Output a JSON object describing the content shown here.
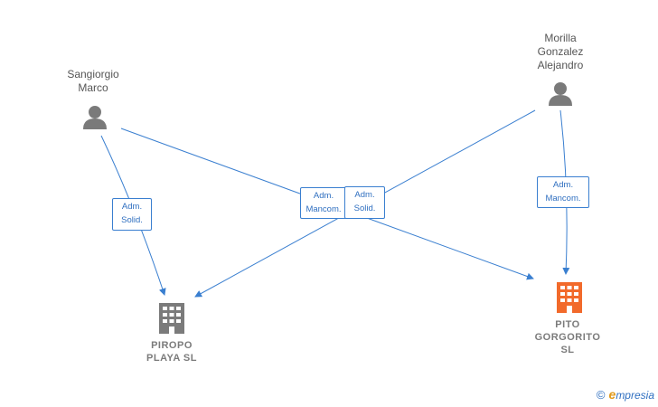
{
  "persons": [
    {
      "id": "sangiorgio",
      "name": "Sangiorgio\nMarco",
      "icon": "person-icon"
    },
    {
      "id": "morilla",
      "name": "Morilla\nGonzalez\nAlejandro",
      "icon": "person-icon"
    }
  ],
  "companies": [
    {
      "id": "piropo",
      "name": "PIROPO\nPLAYA  SL",
      "icon": "building-icon",
      "color": "#7b7b7b"
    },
    {
      "id": "pito",
      "name": "PITO\nGORGORITO\nSL",
      "icon": "building-icon",
      "color": "#f26a2b"
    }
  ],
  "relations": [
    {
      "id": "rel1",
      "label": "Adm.\nSolid."
    },
    {
      "id": "rel2",
      "label": "Adm.\nMancom."
    },
    {
      "id": "rel3",
      "label": "Adm.\nSolid."
    },
    {
      "id": "rel4",
      "label": "Adm.\nMancom."
    }
  ],
  "colors": {
    "edge": "#3a7fd0",
    "person": "#7a7a7a"
  },
  "brand": {
    "copyright": "©",
    "initial": "e",
    "rest": "mpresia"
  }
}
